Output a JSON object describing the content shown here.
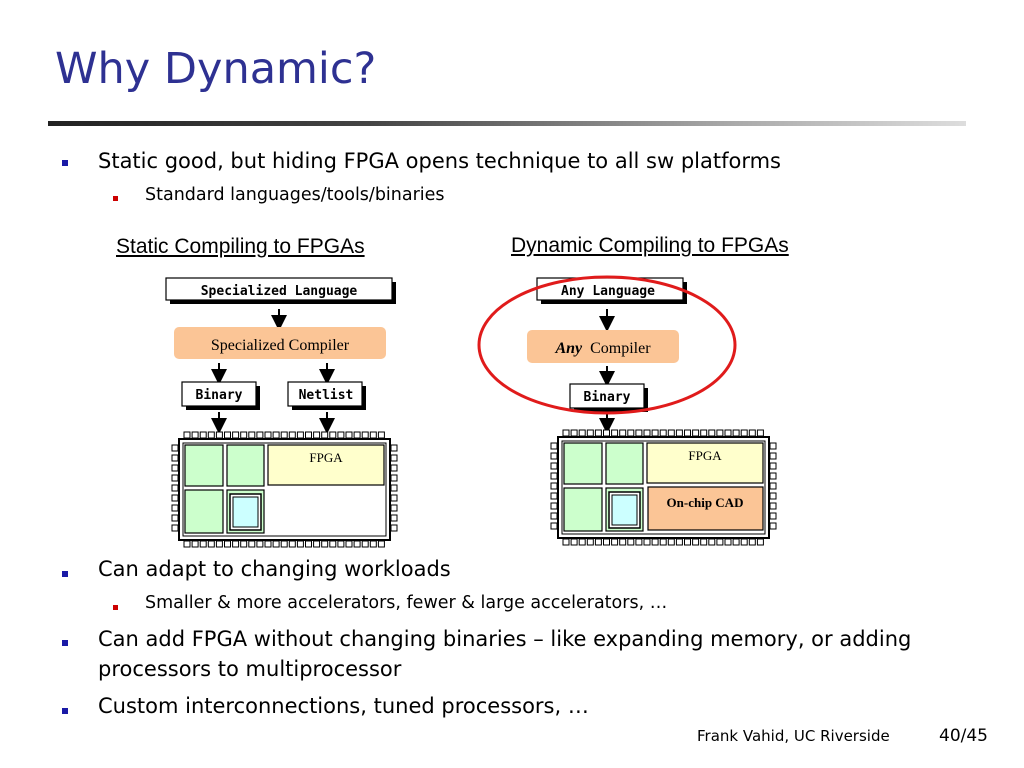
{
  "slide": {
    "title": "Why Dynamic?",
    "footer_author": "Frank Vahid, UC Riverside",
    "footer_page": "40/45"
  },
  "bullets_top": {
    "b1": "Static good, but hiding FPGA opens technique to all sw platforms",
    "b1_sub1": "Standard languages/tools/binaries"
  },
  "diagram": {
    "static": {
      "heading": "Static Compiling to FPGAs",
      "language_box": "Specialized Language",
      "compiler_box": "Specialized Compiler",
      "binary_box": "Binary",
      "netlist_box": "Netlist",
      "fpga_label": "FPGA"
    },
    "dynamic": {
      "heading": "Dynamic Compiling to FPGAs",
      "language_box": "Any Language",
      "compiler_word1": "Any",
      "compiler_word2": "Compiler",
      "binary_box": "Binary",
      "fpga_label": "FPGA",
      "cad_label": "On-chip CAD"
    },
    "colors": {
      "compiler_fill": "#fbc596",
      "core_fill": "#ccffcc",
      "fpga_fill": "#ffffcc",
      "cad_fill": "#fbc596",
      "cache_fill": "#ccffff",
      "circle": "#e01b1b"
    }
  },
  "bullets_bottom": {
    "b2": "Can adapt to changing workloads",
    "b2_sub1": "Smaller & more accelerators, fewer & large accelerators, …",
    "b3_line1": "Can add FPGA without changing binaries – like expanding memory, or adding",
    "b3_line2": "processors to multiprocessor",
    "b4": "Custom interconnections, tuned processors, …"
  }
}
